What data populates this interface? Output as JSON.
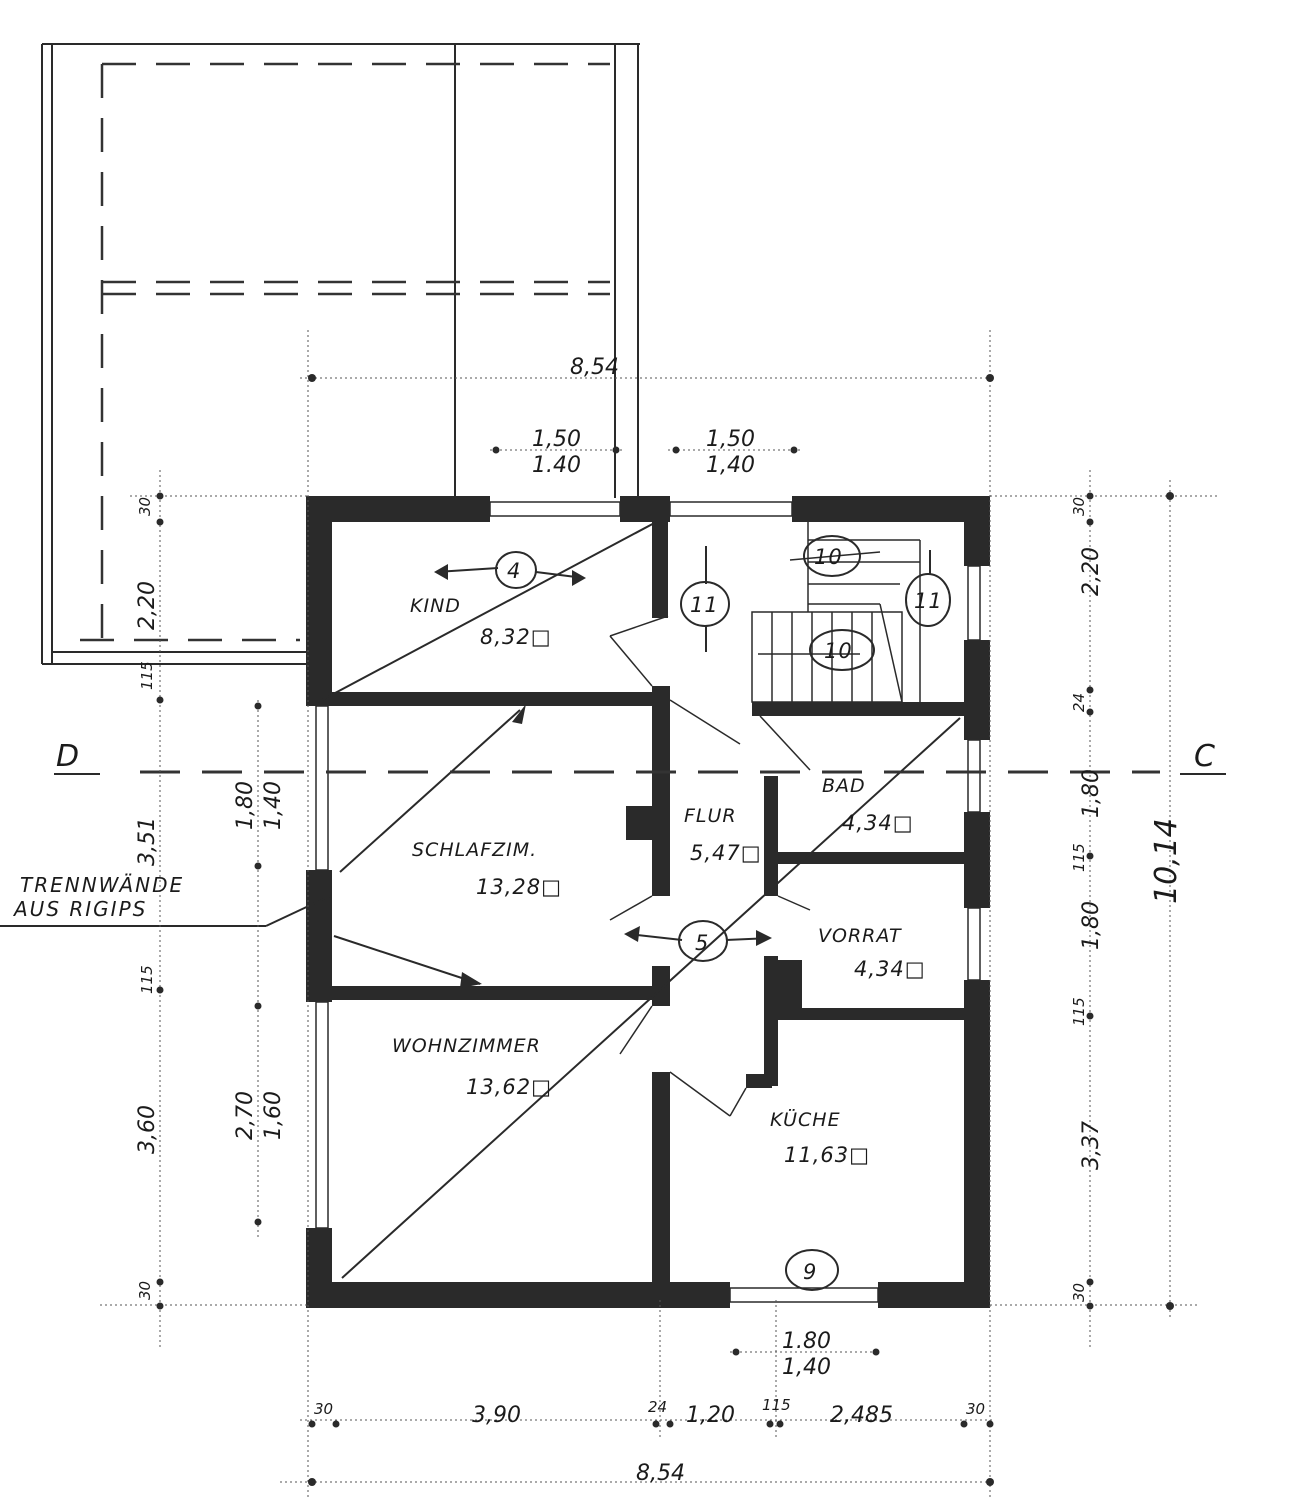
{
  "drawing": {
    "section_left": "D",
    "section_right": "C",
    "note_line1": "TRENNWÄNDE",
    "note_line2": "AUS RIGIPS"
  },
  "rooms": {
    "kind": {
      "name": "KIND",
      "area": "8,32□"
    },
    "schlaf": {
      "name": "SCHLAFZIM.",
      "area": "13,28□"
    },
    "wohn": {
      "name": "WOHNZIMMER",
      "area": "13,62□"
    },
    "flur": {
      "name": "FLUR",
      "area": "5,47□"
    },
    "bad": {
      "name": "BAD",
      "area": "4,34□"
    },
    "vorrat": {
      "name": "VORRAT",
      "area": "4,34□"
    },
    "kueche": {
      "name": "KÜCHE",
      "area": "11,63□"
    }
  },
  "markers": {
    "m4": "4",
    "m11a": "11",
    "m10a": "10",
    "m11b": "11",
    "m10b": "10",
    "m5": "5",
    "m9": "9"
  },
  "dimensions": {
    "top_total": "8,54",
    "top_win1_a": "1,50",
    "top_win1_b": "1.40",
    "top_win2_a": "1,50",
    "top_win2_b": "1,40",
    "bottom_win_a": "1.80",
    "bottom_win_b": "1,40",
    "bottom_30a": "30",
    "bottom_390": "3,90",
    "bottom_24": "24",
    "bottom_120": "1,20",
    "bottom_115": "115",
    "bottom_2485": "2,485",
    "bottom_30b": "30",
    "bottom_total": "8,54",
    "left_30top": "30",
    "left_220": "2,20",
    "left_115a": "115",
    "left_351": "3,51",
    "left_115b": "115",
    "left_360": "3,60",
    "left_30bot": "30",
    "left_win1_a": "1,80",
    "left_win1_b": "1,40",
    "left_win2_a": "2,70",
    "left_win2_b": "1,60",
    "right_30top": "30",
    "right_220": "2,20",
    "right_24": "24",
    "right_180a": "1,80",
    "right_115a": "115",
    "right_180b": "1,80",
    "right_115b": "115",
    "right_337": "3,37",
    "right_30bot": "30",
    "right_total": "10,14"
  }
}
